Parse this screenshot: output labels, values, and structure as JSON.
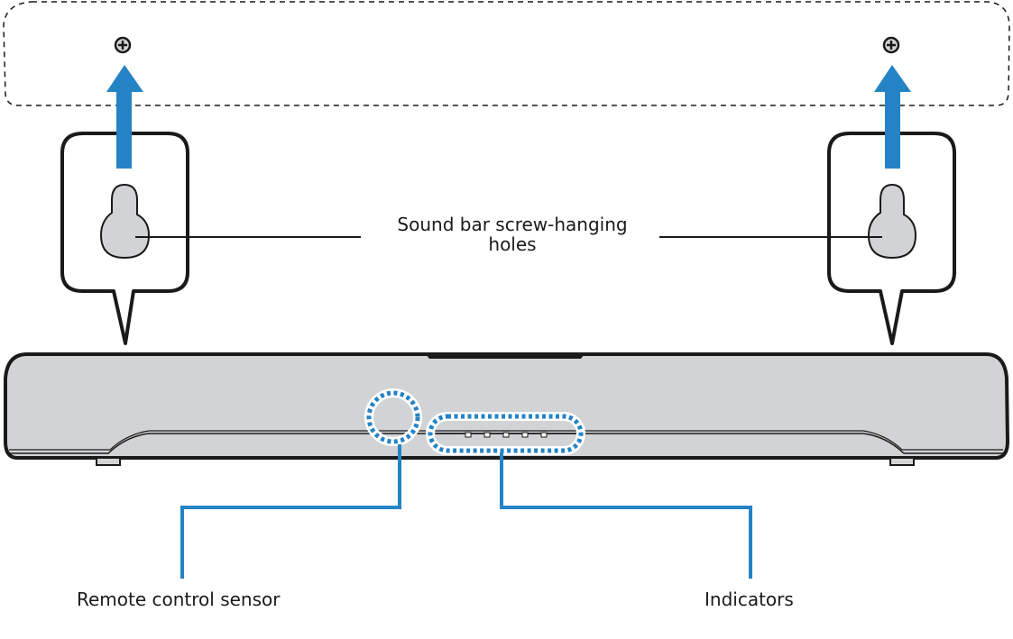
{
  "diagram": {
    "title": "Sound bar wall mounting",
    "labels": {
      "screw_holes": "Sound bar screw-hanging holes",
      "remote_sensor": "Remote control sensor",
      "indicators": "Indicators"
    },
    "indicator_count": 5,
    "icons": {
      "screw": "screw-head-icon",
      "arrow": "arrow-up-icon",
      "keyhole": "keyhole-slot-icon"
    },
    "colors": {
      "accent": "#2483c5",
      "outline": "#1a1a1a",
      "body_fill": "#d2d3d5",
      "background": "#ffffff"
    }
  }
}
